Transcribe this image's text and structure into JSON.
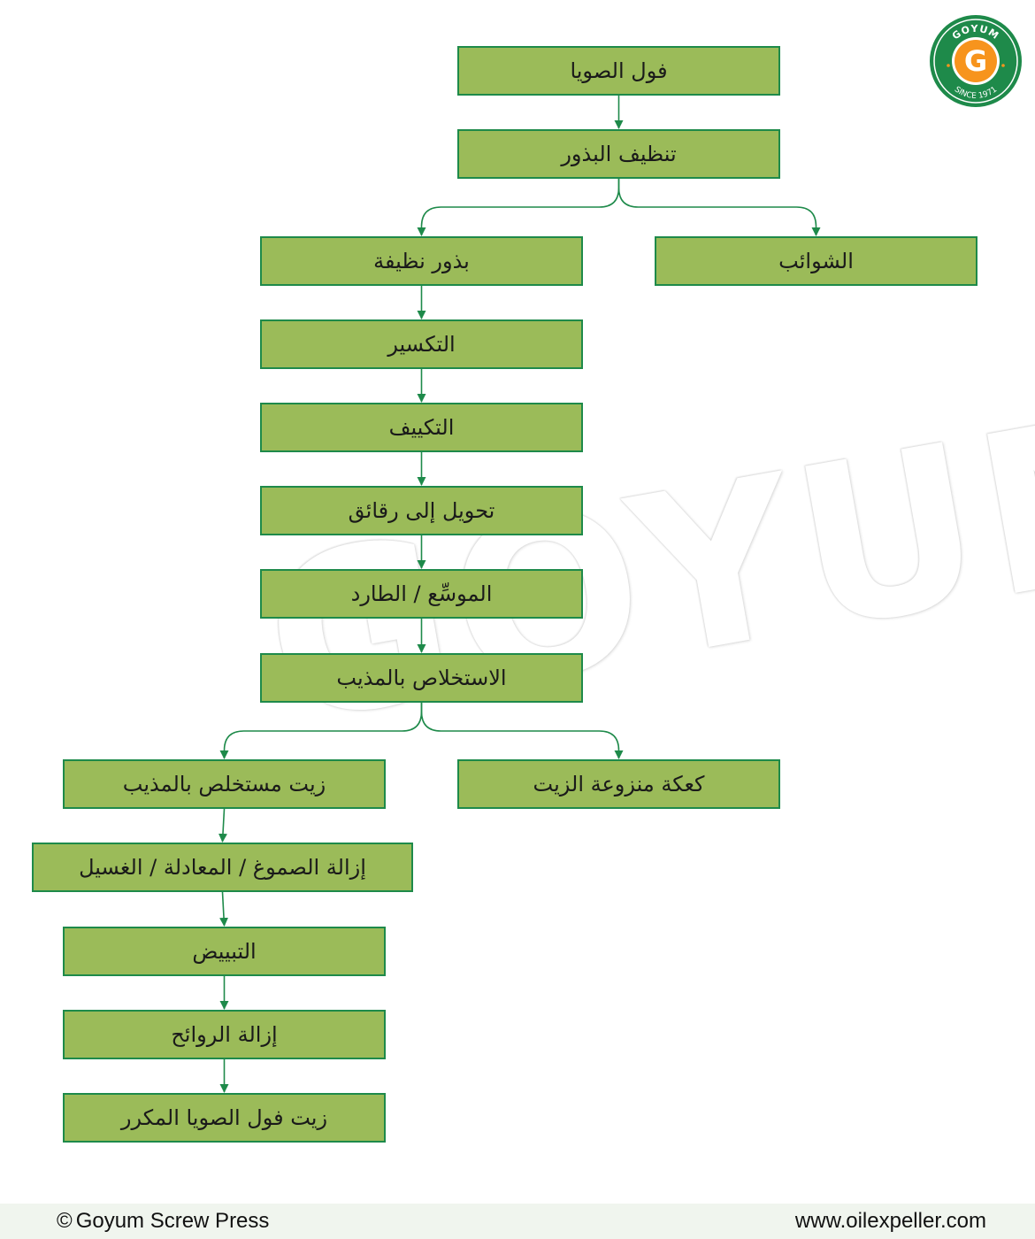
{
  "diagram": {
    "nodes": [
      {
        "id": "soybean",
        "label": "فول الصويا"
      },
      {
        "id": "seed_cleaning",
        "label": "تنظيف البذور"
      },
      {
        "id": "clean_seeds",
        "label": "بذور نظيفة"
      },
      {
        "id": "impurities",
        "label": "الشوائب"
      },
      {
        "id": "cracking",
        "label": "التكسير"
      },
      {
        "id": "conditioning",
        "label": "التكييف"
      },
      {
        "id": "flaking",
        "label": "تحويل إلى رقائق"
      },
      {
        "id": "expander",
        "label": "الموسِّع / الطارد"
      },
      {
        "id": "solvent_extraction",
        "label": "الاستخلاص بالمذيب"
      },
      {
        "id": "extracted_oil",
        "label": "زيت مستخلص بالمذيب"
      },
      {
        "id": "deoiled_cake",
        "label": "كعكة منزوعة الزيت"
      },
      {
        "id": "degumming",
        "label": "إزالة الصموغ / المعادلة / الغسيل"
      },
      {
        "id": "bleaching",
        "label": "التبييض"
      },
      {
        "id": "deodorization",
        "label": "إزالة الروائح"
      },
      {
        "id": "refined_oil",
        "label": "زيت فول الصويا المكرر"
      }
    ],
    "edges": [
      {
        "from": "soybean",
        "to": "seed_cleaning"
      },
      {
        "from": "seed_cleaning",
        "to": "clean_seeds"
      },
      {
        "from": "seed_cleaning",
        "to": "impurities"
      },
      {
        "from": "clean_seeds",
        "to": "cracking"
      },
      {
        "from": "cracking",
        "to": "conditioning"
      },
      {
        "from": "conditioning",
        "to": "flaking"
      },
      {
        "from": "flaking",
        "to": "expander"
      },
      {
        "from": "expander",
        "to": "solvent_extraction"
      },
      {
        "from": "solvent_extraction",
        "to": "extracted_oil"
      },
      {
        "from": "solvent_extraction",
        "to": "deoiled_cake"
      },
      {
        "from": "extracted_oil",
        "to": "degumming"
      },
      {
        "from": "degumming",
        "to": "bleaching"
      },
      {
        "from": "bleaching",
        "to": "deodorization"
      },
      {
        "from": "deodorization",
        "to": "refined_oil"
      }
    ]
  },
  "watermark": "GOYUM",
  "logo": {
    "top_text": "GOYUM",
    "letter": "G",
    "bottom_text": "SINCE 1971"
  },
  "footer": {
    "copyright": "Goyum Screw Press",
    "website": "www.oilexpeller.com"
  },
  "colors": {
    "box_fill": "#9bbb59",
    "box_border": "#1e8a4a",
    "arrow": "#1e8a4a",
    "logo_orange": "#f7941d",
    "logo_green": "#1e8a4a"
  }
}
